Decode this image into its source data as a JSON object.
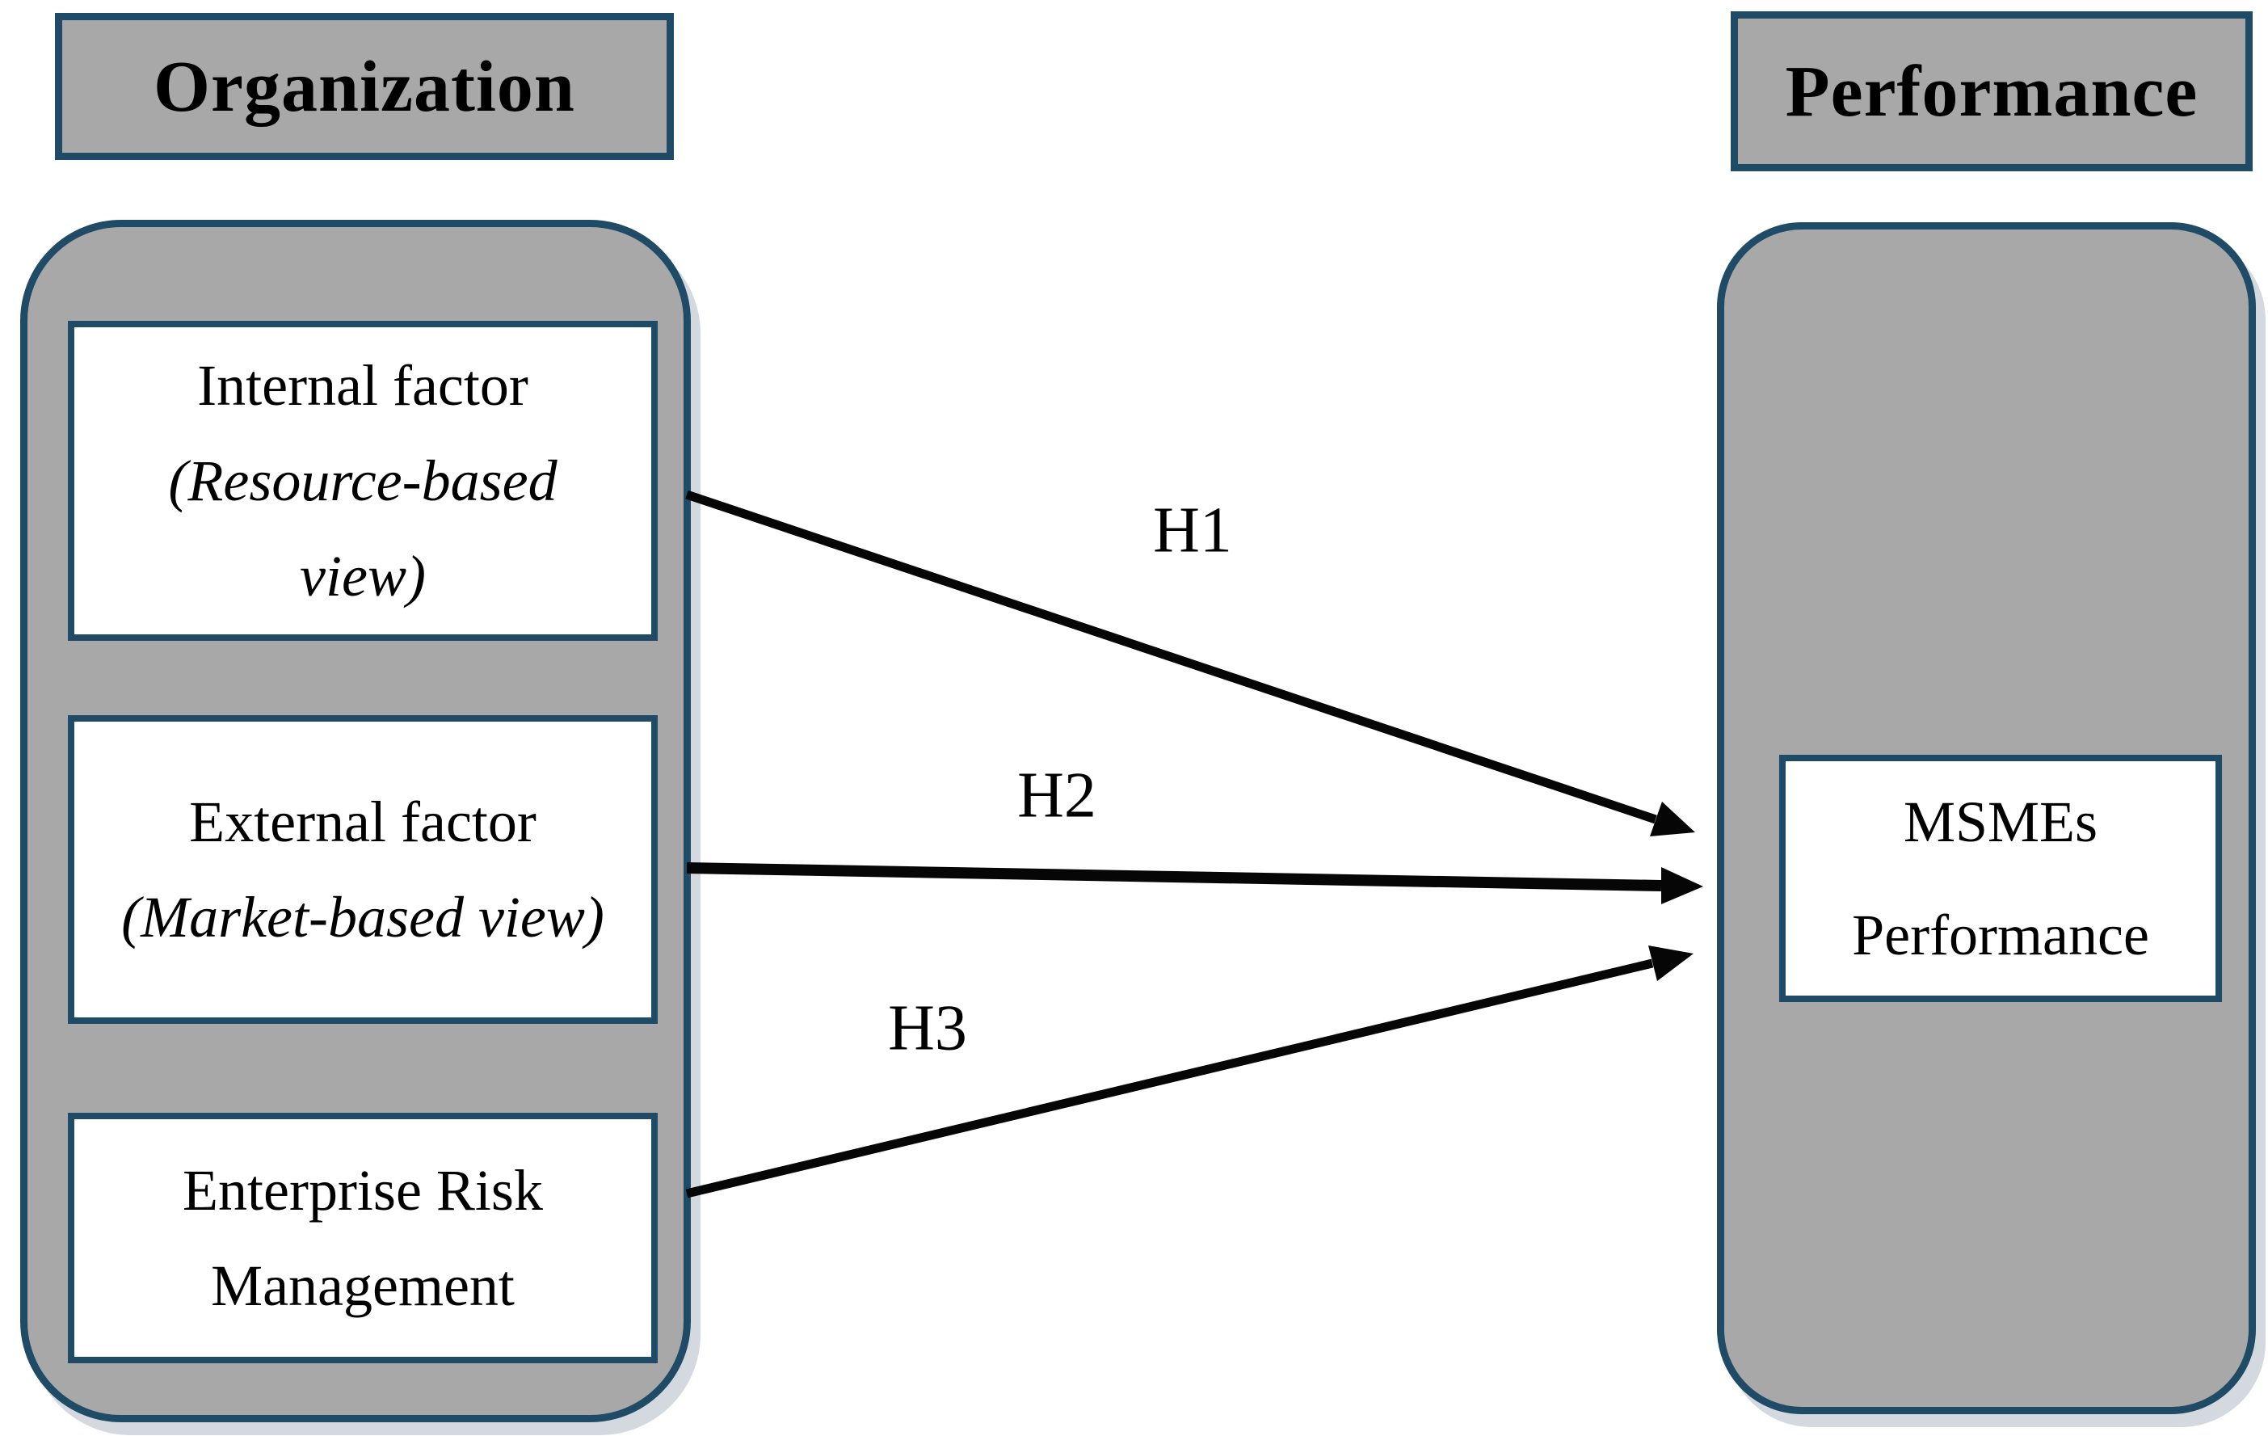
{
  "diagram": {
    "left": {
      "header": "Organization",
      "box1": {
        "line1": "Internal factor",
        "line2": "(Resource-based",
        "line3": "view)"
      },
      "box2": {
        "line1": "External factor",
        "line2": "(Market-based view)"
      },
      "box3": {
        "line1": "Enterprise Risk",
        "line2": "Management"
      }
    },
    "right": {
      "header": "Performance",
      "box": {
        "line1": "MSMEs",
        "line2": "Performance"
      }
    },
    "hypotheses": {
      "h1": "H1",
      "h2": "H2",
      "h3": "H3"
    },
    "arrows": [
      {
        "label": "H1",
        "from": "internal-factor-resource-based-view",
        "to": "msmes-performance"
      },
      {
        "label": "H2",
        "from": "external-factor-market-based-view",
        "to": "msmes-performance"
      },
      {
        "label": "H3",
        "from": "enterprise-risk-management",
        "to": "msmes-performance"
      }
    ],
    "colors": {
      "panel_fill": "#a8a8a8",
      "border": "#1f4b66",
      "box_fill": "#ffffff",
      "arrow": "#060606",
      "text": "#000000",
      "background": "#ffffff"
    }
  }
}
